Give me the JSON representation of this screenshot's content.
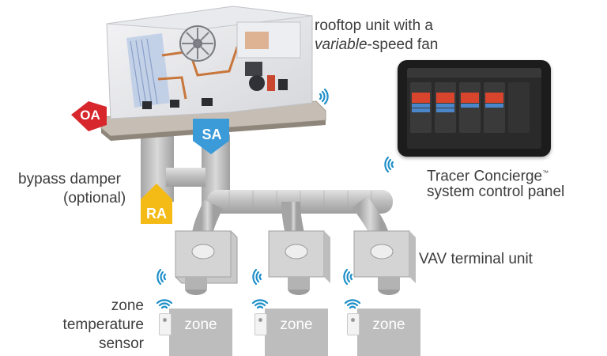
{
  "labels": {
    "rooftop_line1": "rooftop unit with a",
    "rooftop_italic": "variable",
    "rooftop_rest": "-speed fan",
    "bypass_line1": "bypass damper",
    "bypass_line2": "(optional)",
    "panel_line1": "Tracer Concierge",
    "panel_tm": "™",
    "panel_line2": "system control panel",
    "vav": "VAV terminal unit",
    "sensor_line1": "zone",
    "sensor_line2": "temperature",
    "sensor_line3": "sensor"
  },
  "tags": {
    "oa": "OA",
    "sa": "SA",
    "ra": "RA"
  },
  "zones": [
    {
      "label": "zone"
    },
    {
      "label": "zone"
    },
    {
      "label": "zone"
    }
  ],
  "colors": {
    "oa_red": "#d7272c",
    "sa_blue": "#3b9ad8",
    "ra_yellow": "#f4bb17",
    "duct_gray": "#b9b9b9",
    "wifi_blue": "#1e8fc8"
  },
  "icons": [
    "wifi-icon",
    "oa-arrow-icon",
    "sa-arrow-icon",
    "ra-arrow-icon"
  ]
}
